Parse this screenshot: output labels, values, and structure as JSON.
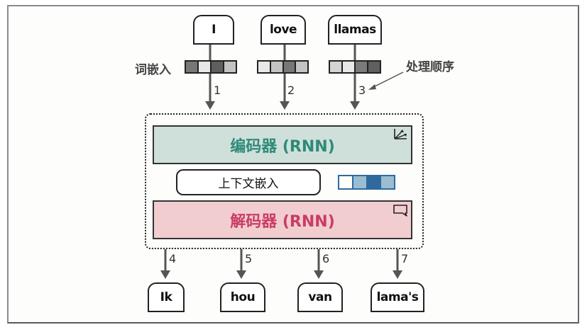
{
  "input_tokens": [
    {
      "label": "I",
      "order": "1"
    },
    {
      "label": "love",
      "order": "2"
    },
    {
      "label": "llamas",
      "order": "3"
    }
  ],
  "output_tokens": [
    {
      "label": "Ik",
      "order": "4"
    },
    {
      "label": "hou",
      "order": "5"
    },
    {
      "label": "van",
      "order": "6"
    },
    {
      "label": "lama's",
      "order": "7"
    }
  ],
  "labels": {
    "word_embedding": "词嵌入",
    "processing_order": "处理顺序",
    "context_embedding": "上下文嵌入"
  },
  "encoder": {
    "label": "编码器 (RNN)",
    "color": "#2f8a78",
    "fill": "#cfe0da",
    "icon": "vector-arrows-icon"
  },
  "decoder": {
    "label": "解码器 (RNN)",
    "color": "#c93d62",
    "fill": "#f2cdd0",
    "icon": "speech-bubble-icon"
  },
  "embeddings": {
    "I": [
      "#777777",
      "#e8e8e8",
      "#5f5f5f",
      "#c4c4c4"
    ],
    "love": [
      "#e8e8e8",
      "#c4c4c4",
      "#777777",
      "#c4c4c4"
    ],
    "llamas": [
      "#d4d4d4",
      "#e8e8e8",
      "#7a7a7a",
      "#5f5f5f"
    ],
    "context": [
      "#ffffff",
      "#9abdd2",
      "#2f6a9e",
      "#9abdd2"
    ]
  }
}
